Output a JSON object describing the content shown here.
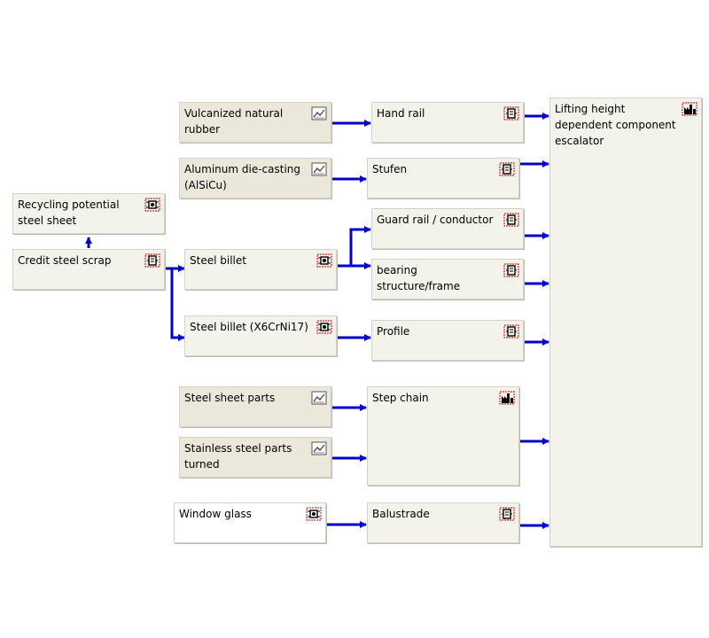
{
  "nodes": {
    "vulcanized_rubber": {
      "label": "Vulcanized natural rubber",
      "icon": "chart-icon",
      "type": "input"
    },
    "aluminum_die_casting": {
      "label": "Aluminum die-casting (AlSiCu)",
      "icon": "chart-icon",
      "type": "input"
    },
    "recycling_potential": {
      "label": "Recycling potential steel sheet",
      "icon": "process-icon",
      "type": "process"
    },
    "credit_steel_scrap": {
      "label": "Credit steel scrap",
      "icon": "transport-icon",
      "type": "process"
    },
    "steel_billet": {
      "label": "Steel billet",
      "icon": "process-icon",
      "type": "process"
    },
    "steel_billet_x6": {
      "label": "Steel billet (X6CrNi17)",
      "icon": "process-icon",
      "type": "process"
    },
    "hand_rail": {
      "label": "Hand rail",
      "icon": "transport-icon",
      "type": "process"
    },
    "stufen": {
      "label": "Stufen",
      "icon": "transport-icon",
      "type": "process"
    },
    "guard_rail": {
      "label": "Guard rail / conductor",
      "icon": "transport-icon",
      "type": "process"
    },
    "bearing_structure": {
      "label": "bearing structure/frame",
      "icon": "transport-icon",
      "type": "process"
    },
    "profile": {
      "label": "Profile",
      "icon": "transport-icon",
      "type": "process"
    },
    "steel_sheet_parts": {
      "label": "Steel sheet parts",
      "icon": "chart-icon",
      "type": "input"
    },
    "stainless_parts": {
      "label": "Stainless steel parts turned",
      "icon": "chart-icon",
      "type": "input"
    },
    "step_chain": {
      "label": "Step chain",
      "icon": "factory-icon",
      "type": "process"
    },
    "window_glass": {
      "label": "Window glass",
      "icon": "process-icon",
      "type": "white"
    },
    "balustrade": {
      "label": "Balustrade",
      "icon": "transport-icon",
      "type": "process"
    },
    "lifting_height": {
      "label": "Lifting height dependent component escalator",
      "icon": "factory-icon",
      "type": "process"
    }
  },
  "colors": {
    "arrow": "#0000cc",
    "icon_red": "#cc0000",
    "node_bg": "#f3f2eb",
    "input_bg": "#ebe8db"
  }
}
